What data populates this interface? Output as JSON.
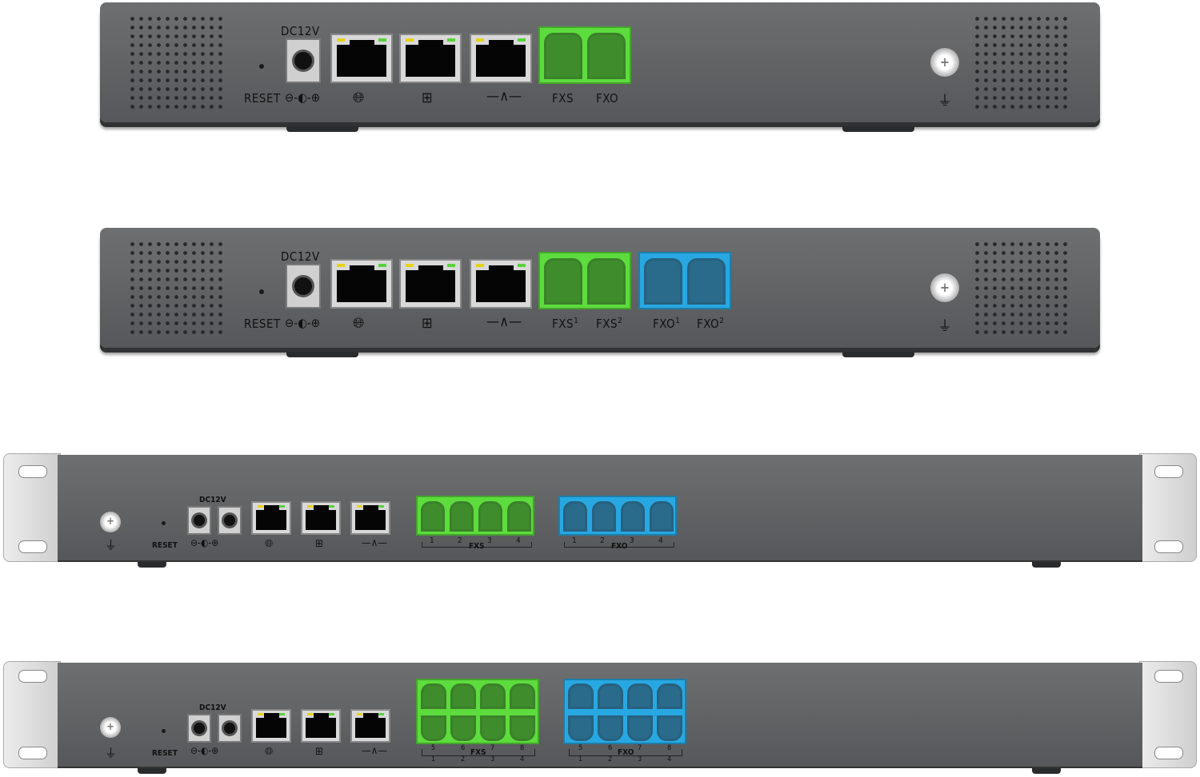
{
  "device1": {
    "dc_label": "DC12V",
    "reset_label": "RESET",
    "fxs_label": "FXS",
    "fxo_label": "FXO"
  },
  "device2": {
    "dc_label": "DC12V",
    "reset_label": "RESET",
    "fxs1_label": "FXS",
    "fxs1_sup": "1",
    "fxs2_label": "FXS",
    "fxs2_sup": "2",
    "fxo1_label": "FXO",
    "fxo1_sup": "1",
    "fxo2_label": "FXO",
    "fxo2_sup": "2"
  },
  "device3": {
    "dc_label": "DC12V",
    "reset_label": "RESET",
    "fxs_label": "FXS",
    "fxo_label": "FXO",
    "port_numbers": [
      "1",
      "2",
      "3",
      "4"
    ]
  },
  "device4": {
    "dc_label": "DC12V",
    "reset_label": "RESET",
    "fxs_label": "FXS",
    "fxo_label": "FXO",
    "top_numbers": [
      "5",
      "6",
      "7",
      "8"
    ],
    "bottom_numbers": [
      "1",
      "2",
      "3",
      "4"
    ]
  },
  "icons": {
    "power_polarity": "dc-polarity-icon",
    "wan": "globe-icon",
    "lan": "network-icon",
    "heartbeat": "heartbeat-icon",
    "ground": "ground-icon"
  },
  "colors": {
    "fxs_green": "#5ddc3d",
    "fxo_blue": "#28a8e2",
    "chassis": "#646668"
  }
}
